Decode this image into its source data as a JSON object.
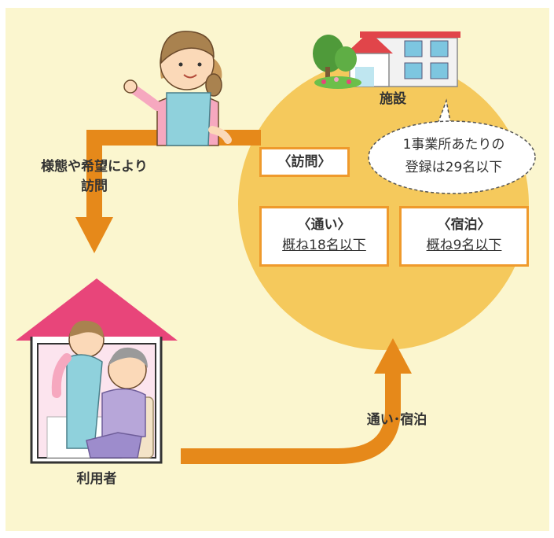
{
  "labels": {
    "facility": "施設",
    "visit_reason_line1": "様態や希望により",
    "visit_reason_line2": "訪問",
    "user": "利用者",
    "commute_stay": "通い･宿泊"
  },
  "services": {
    "visit": {
      "title": "〈訪問〉"
    },
    "commute": {
      "title": "〈通い〉",
      "capacity": "概ね18名以下"
    },
    "stay": {
      "title": "〈宿泊〉",
      "capacity": "概ね9名以下"
    }
  },
  "note": {
    "line1": "1事業所あたりの",
    "line2": "登録は29名以下"
  },
  "colors": {
    "background": "#fbf6cf",
    "circle": "#f5c95c",
    "arrow": "#e6891a",
    "box_border": "#ef9a2c",
    "roof": "#e8457a"
  }
}
